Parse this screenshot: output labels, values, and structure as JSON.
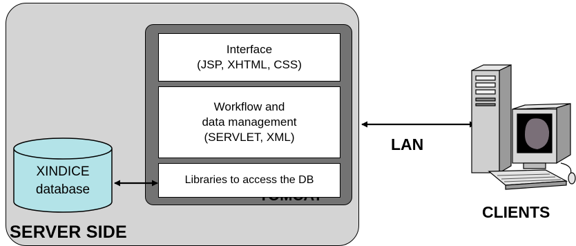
{
  "server": {
    "label": "SERVER SIDE"
  },
  "tomcat": {
    "label": "TOMCAT",
    "layers": [
      {
        "lines": [
          "Interface",
          "(JSP, XHTML, CSS)"
        ]
      },
      {
        "lines": [
          "Workflow and",
          "data management",
          "(SERVLET, XML)"
        ]
      },
      {
        "lines": [
          "Libraries to access the DB"
        ]
      }
    ]
  },
  "database": {
    "lines": [
      "XINDICE",
      "database"
    ],
    "color": "#b3e3e8"
  },
  "network": {
    "label": "LAN"
  },
  "clients": {
    "label": "CLIENTS"
  },
  "colors": {
    "server_bg": "#d4d4d4",
    "tomcat_bg": "#737373",
    "layer_bg": "#ffffff"
  }
}
